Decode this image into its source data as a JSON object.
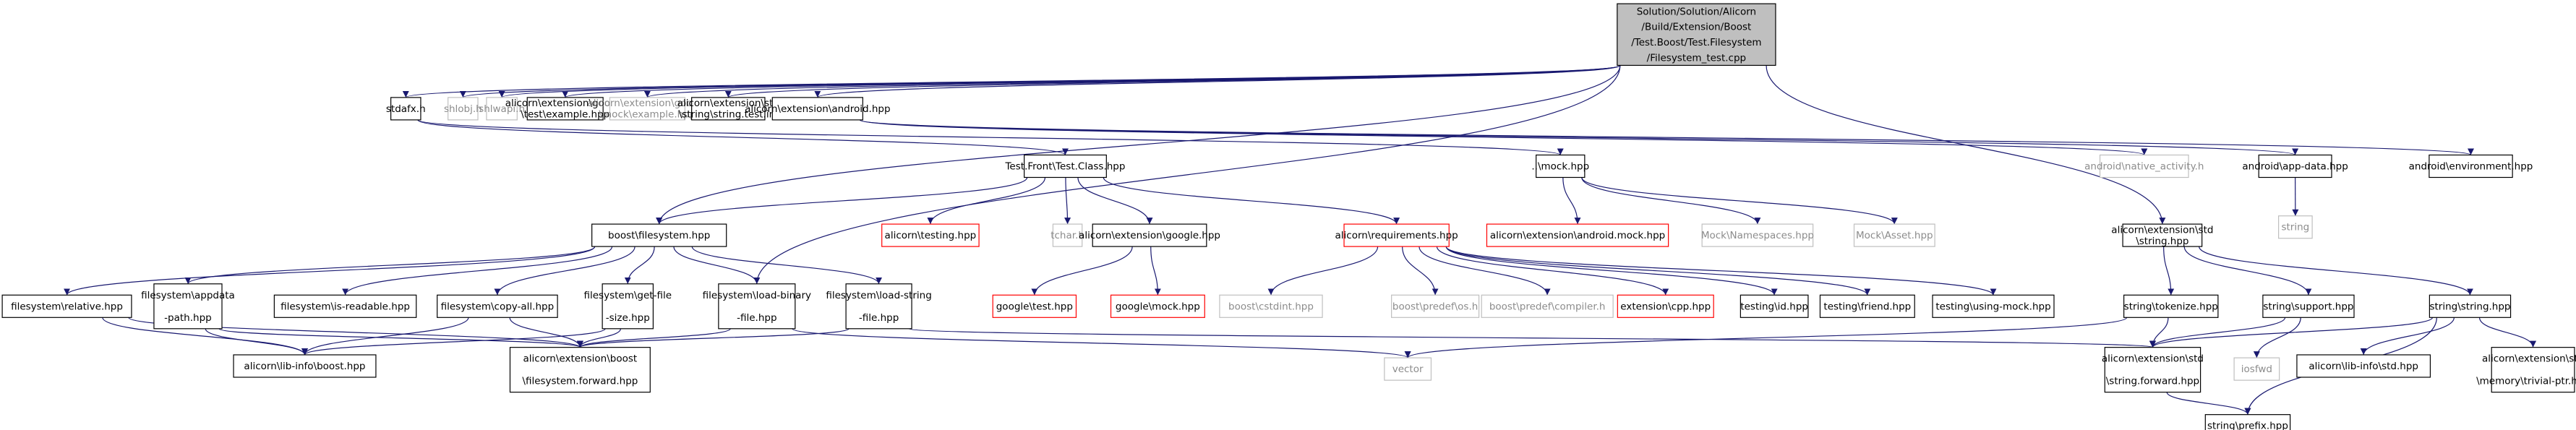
{
  "diagram": {
    "colors": {
      "edge": "#191970",
      "normal_border": "#000000",
      "missing_border": "#bfbfbf",
      "missing_text": "#8c8c8c",
      "error_border": "#ff0000",
      "root_fill": "#bfbfbf",
      "text": "#000000"
    },
    "nodes": [
      {
        "id": "root",
        "lines": [
          "Solution/Solution/Alicorn",
          "/Build/Extension/Boost",
          "/Test.Boost/Test.Filesystem",
          "/Filesystem_test.cpp"
        ],
        "style": "root"
      },
      {
        "id": "bfs",
        "lines": [
          "boost\\filesystem.hpp"
        ],
        "style": "normal"
      },
      {
        "id": "stdafx",
        "lines": [
          "stdafx.h"
        ],
        "style": "normal"
      },
      {
        "id": "shlobj",
        "lines": [
          "shlobj.h"
        ],
        "style": "missing"
      },
      {
        "id": "shlwapi",
        "lines": [
          "shlwapi.h"
        ],
        "style": "missing"
      },
      {
        "id": "gtestex",
        "lines": [
          "alicorn\\extension\\google",
          "\\test\\example.hpp"
        ],
        "style": "normal"
      },
      {
        "id": "gmockex",
        "lines": [
          "alicorn\\extension\\google",
          "\\mock\\example.hpp"
        ],
        "style": "missing"
      },
      {
        "id": "stringtestinl",
        "lines": [
          "alicorn\\extension\\std",
          "\\string\\string.test.inl"
        ],
        "style": "normal"
      },
      {
        "id": "android",
        "lines": [
          "alicorn\\extension\\android.hpp"
        ],
        "style": "normal"
      },
      {
        "id": "testfront",
        "lines": [
          "Test.Front\\Test.Class.hpp"
        ],
        "style": "normal"
      },
      {
        "id": "mockhpp",
        "lines": [
          "..\\mock.hpp"
        ],
        "style": "normal"
      },
      {
        "id": "nativeact",
        "lines": [
          "android\\native_activity.h"
        ],
        "style": "missing"
      },
      {
        "id": "appdata",
        "lines": [
          "android\\app-data.hpp"
        ],
        "style": "normal"
      },
      {
        "id": "androidenv",
        "lines": [
          "android\\environment.hpp"
        ],
        "style": "normal"
      },
      {
        "id": "string1",
        "lines": [
          "string"
        ],
        "style": "missing"
      },
      {
        "id": "alitesting",
        "lines": [
          "alicorn\\testing.hpp"
        ],
        "style": "error"
      },
      {
        "id": "tchar",
        "lines": [
          "tchar.h"
        ],
        "style": "missing"
      },
      {
        "id": "aligoogle",
        "lines": [
          "alicorn\\extension\\google.hpp"
        ],
        "style": "normal"
      },
      {
        "id": "alireq",
        "lines": [
          "alicorn\\requirements.hpp"
        ],
        "style": "error"
      },
      {
        "id": "androidmock",
        "lines": [
          "alicorn\\extension\\android.mock.hpp"
        ],
        "style": "error"
      },
      {
        "id": "mockns",
        "lines": [
          "Mock\\Namespaces.hpp"
        ],
        "style": "missing"
      },
      {
        "id": "mockasset",
        "lines": [
          "Mock\\Asset.hpp"
        ],
        "style": "missing"
      },
      {
        "id": "aestring",
        "lines": [
          "alicorn\\extension\\std",
          "\\string.hpp"
        ],
        "style": "normal"
      },
      {
        "id": "fsrel",
        "lines": [
          "filesystem\\relative.hpp"
        ],
        "style": "normal"
      },
      {
        "id": "fsappdata",
        "lines": [
          "filesystem\\appdata",
          "-path.hpp"
        ],
        "style": "normal"
      },
      {
        "id": "fsread",
        "lines": [
          "filesystem\\is-readable.hpp"
        ],
        "style": "normal"
      },
      {
        "id": "fscopy",
        "lines": [
          "filesystem\\copy-all.hpp"
        ],
        "style": "normal"
      },
      {
        "id": "fsgetsize",
        "lines": [
          "filesystem\\get-file",
          "-size.hpp"
        ],
        "style": "normal"
      },
      {
        "id": "fsloadbin",
        "lines": [
          "filesystem\\load-binary",
          "-file.hpp"
        ],
        "style": "normal"
      },
      {
        "id": "fsloadstr",
        "lines": [
          "filesystem\\load-string",
          "-file.hpp"
        ],
        "style": "normal"
      },
      {
        "id": "gtest",
        "lines": [
          "google\\test.hpp"
        ],
        "style": "error"
      },
      {
        "id": "gmock",
        "lines": [
          "google\\mock.hpp"
        ],
        "style": "error"
      },
      {
        "id": "cstdint",
        "lines": [
          "boost\\cstdint.hpp"
        ],
        "style": "missing"
      },
      {
        "id": "predefos",
        "lines": [
          "boost\\predef\\os.h"
        ],
        "style": "missing"
      },
      {
        "id": "predefcomp",
        "lines": [
          "boost\\predef\\compiler.h"
        ],
        "style": "missing"
      },
      {
        "id": "extcpp",
        "lines": [
          "extension\\cpp.hpp"
        ],
        "style": "error"
      },
      {
        "id": "testingid",
        "lines": [
          "testing\\id.hpp"
        ],
        "style": "normal"
      },
      {
        "id": "testingfriend",
        "lines": [
          "testing\\friend.hpp"
        ],
        "style": "normal"
      },
      {
        "id": "testingmock",
        "lines": [
          "testing\\using-mock.hpp"
        ],
        "style": "normal"
      },
      {
        "id": "tokenize",
        "lines": [
          "string\\tokenize.hpp"
        ],
        "style": "normal"
      },
      {
        "id": "strsupport",
        "lines": [
          "string\\support.hpp"
        ],
        "style": "normal"
      },
      {
        "id": "sstring",
        "lines": [
          "string\\string.hpp"
        ],
        "style": "normal"
      },
      {
        "id": "boostinfo",
        "lines": [
          "alicorn\\lib-info\\boost.hpp"
        ],
        "style": "normal"
      },
      {
        "id": "fsfwd",
        "lines": [
          "alicorn\\extension\\boost",
          "\\filesystem.forward.hpp"
        ],
        "style": "normal"
      },
      {
        "id": "vector",
        "lines": [
          "vector"
        ],
        "style": "missing"
      },
      {
        "id": "strfwd",
        "lines": [
          "alicorn\\extension\\std",
          "\\string.forward.hpp"
        ],
        "style": "normal"
      },
      {
        "id": "iosfwd",
        "lines": [
          "iosfwd"
        ],
        "style": "missing"
      },
      {
        "id": "stdinfo",
        "lines": [
          "alicorn\\lib-info\\std.hpp"
        ],
        "style": "normal"
      },
      {
        "id": "trivptr",
        "lines": [
          "alicorn\\extension\\std",
          "\\memory\\trivial-ptr.hpp"
        ],
        "style": "normal"
      },
      {
        "id": "prefix",
        "lines": [
          "string\\prefix.hpp"
        ],
        "style": "normal"
      }
    ],
    "edges": [
      [
        "root",
        "bfs"
      ],
      [
        "root",
        "stdafx"
      ],
      [
        "root",
        "shlobj"
      ],
      [
        "root",
        "shlwapi"
      ],
      [
        "root",
        "gtestex"
      ],
      [
        "root",
        "gmockex"
      ],
      [
        "root",
        "stringtestinl"
      ],
      [
        "root",
        "android"
      ],
      [
        "root",
        "fsloadbin"
      ],
      [
        "root",
        "aestring"
      ],
      [
        "stdafx",
        "testfront"
      ],
      [
        "stdafx",
        "mockhpp"
      ],
      [
        "android",
        "nativeact"
      ],
      [
        "android",
        "appdata"
      ],
      [
        "android",
        "androidenv"
      ],
      [
        "appdata",
        "string1"
      ],
      [
        "testfront",
        "bfs"
      ],
      [
        "testfront",
        "alitesting"
      ],
      [
        "testfront",
        "tchar"
      ],
      [
        "testfront",
        "aligoogle"
      ],
      [
        "testfront",
        "alireq"
      ],
      [
        "mockhpp",
        "androidmock"
      ],
      [
        "mockhpp",
        "mockns"
      ],
      [
        "mockhpp",
        "mockasset"
      ],
      [
        "bfs",
        "fsrel"
      ],
      [
        "bfs",
        "fsappdata"
      ],
      [
        "bfs",
        "fsread"
      ],
      [
        "bfs",
        "fscopy"
      ],
      [
        "bfs",
        "fsgetsize"
      ],
      [
        "bfs",
        "fsloadbin"
      ],
      [
        "bfs",
        "fsloadstr"
      ],
      [
        "aligoogle",
        "gtest"
      ],
      [
        "aligoogle",
        "gmock"
      ],
      [
        "alireq",
        "cstdint"
      ],
      [
        "alireq",
        "predefos"
      ],
      [
        "alireq",
        "predefcomp"
      ],
      [
        "alireq",
        "extcpp"
      ],
      [
        "alireq",
        "testingid"
      ],
      [
        "alireq",
        "testingfriend"
      ],
      [
        "alireq",
        "testingmock"
      ],
      [
        "aestring",
        "tokenize"
      ],
      [
        "aestring",
        "strsupport"
      ],
      [
        "aestring",
        "sstring"
      ],
      [
        "fsrel",
        "boostinfo"
      ],
      [
        "fsrel",
        "fsfwd"
      ],
      [
        "fsappdata",
        "boostinfo"
      ],
      [
        "fsappdata",
        "fsfwd"
      ],
      [
        "fscopy",
        "boostinfo"
      ],
      [
        "fscopy",
        "fsfwd"
      ],
      [
        "fsgetsize",
        "boostinfo"
      ],
      [
        "fsgetsize",
        "fsfwd"
      ],
      [
        "fsloadbin",
        "fsfwd"
      ],
      [
        "fsloadbin",
        "vector"
      ],
      [
        "fsloadstr",
        "fsfwd"
      ],
      [
        "fsloadstr",
        "strfwd"
      ],
      [
        "tokenize",
        "vector"
      ],
      [
        "tokenize",
        "strfwd"
      ],
      [
        "strsupport",
        "strfwd"
      ],
      [
        "strsupport",
        "iosfwd"
      ],
      [
        "sstring",
        "strfwd"
      ],
      [
        "sstring",
        "stdinfo"
      ],
      [
        "sstring",
        "trivptr"
      ],
      [
        "sstring",
        "prefix"
      ],
      [
        "strfwd",
        "prefix"
      ]
    ]
  }
}
